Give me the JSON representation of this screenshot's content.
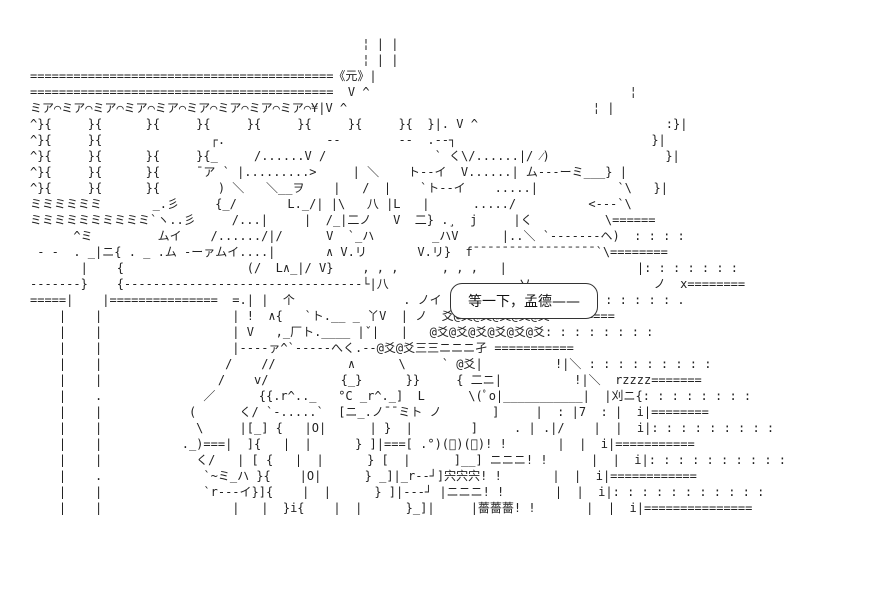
{
  "art": {
    "lines": [
      "                                              ¦ | |",
      "                                              ¦ | |",
      "==========================================《元》|",
      "==========================================  V ^                                    ¦",
      "ミア⌒ミア⌒ミア⌒ミア⌒ミア⌒ミア⌒ミア⌒ミア⌒ミア⌒¥|V ^                                  ¦ |",
      "^}{     }{      }{     }{     }{     }{     }{     }{  }|. V ^                          :}|",
      "^}{     }{               ┌.              --        --  .--┐                           }|",
      "^}{     }{      }{     }{_     /......V /               ` く\\/......|/ ⁄)                }|",
      "^}{     }{      }{     ¯ア ` |.........>     | ＼    ト--イ  V......| ム---ーミ___} |",
      "^}{     }{      }{        ) ＼   ＼__ヲ    |   /  |    `ト--イ    .....|           `\\   }|",
      "ミミミミミミ       _.彡     {_/       L._/| |\\   八 |L   |      ...../          <---`\\",
      "ミミミミミミミミミミ`ヽ..彡     /...|     |  /_|二ノ   V  二} .¸  j     |く          \\======",
      "      ^ミ         ムイ    /....../|/      V  `_ハ        _ハV      |..＼ `-------ヘ)  : : : :",
      " - -  . _|ニ{ . _ .ム -ーァムイ....|       ∧ V.リ       V.リ}  f¯¯¯¯¯¯¯¯¯¯¯¯¯¯¯¯¯`\\========",
      "       |    {                 (/  L∧_|/ V}    , , ,      , , ,   |                  |: : : : : : :",
      "-------}    {---------------------------------└|八                  ソ                 ノ  x========",
      "=====|    |===============  =.| |  个               . ノイ |三爻@爻@爻@爻@爻@爻)): : : : : : .",
      "    |    |                  | !  ∧{   `ト.__ _ 丫V  | ノ  爻@爻@爻@爻@爻@爻=========",
      "    |    |                  | V   ,_厂ト.____ |ˇ|   |   @爻@爻@爻@爻@爻@爻: : : : : : : :",
      "    |    |                  |----ァ^`-----へく.--@爻@爻三三ニニニ孑 ===========",
      "    |    |                 /    //          ∧      \\     ` @爻|          !|＼ : : : : : : : : :",
      "    |    |                /    v/          {_}      }}     { 二ニ|          !|＼  rzzzz=======",
      "    |    .              ／      {{.r^.._   °C _r^._]  L      \\(ﾟo|___________|  |刈ニ{: : : : : : : :",
      "    |    |            (      く/ `-.....`  [ニ_.ノ¯¯ミト ノ       ]     |  : |7  : |  i|========",
      "    |    |             \\     |[_] {   |O|      | }  |        ]     . | .|/    |  |  i|: : : : : : : : :",
      "    |    |           ._)===|  ]{   |  |      } ]|===[ .°)(ﾟ)(ﾟ)! !       |  |  i|===========",
      "    |    |             く/   | [ {   |  |      } [  |      ]__] ニニニ! !      |  |  i|: : : : : : : : : :",
      "    |    .              `~ミ_ハ }{    |O|      } _]|_r--┘]宍宍宍! !       |  |  i|============",
      "    |    |              `r---イ}]{    |  |      } ]|---┘ |ニニニ! !       |  |  i|: : : : : : : : : : :",
      "    |    |                  |   |  }i{    |  |      }_]|     |薔薔薔! !       |  |  i|==============="
    ]
  },
  "bubble": {
    "text": "等一下，孟德——"
  }
}
